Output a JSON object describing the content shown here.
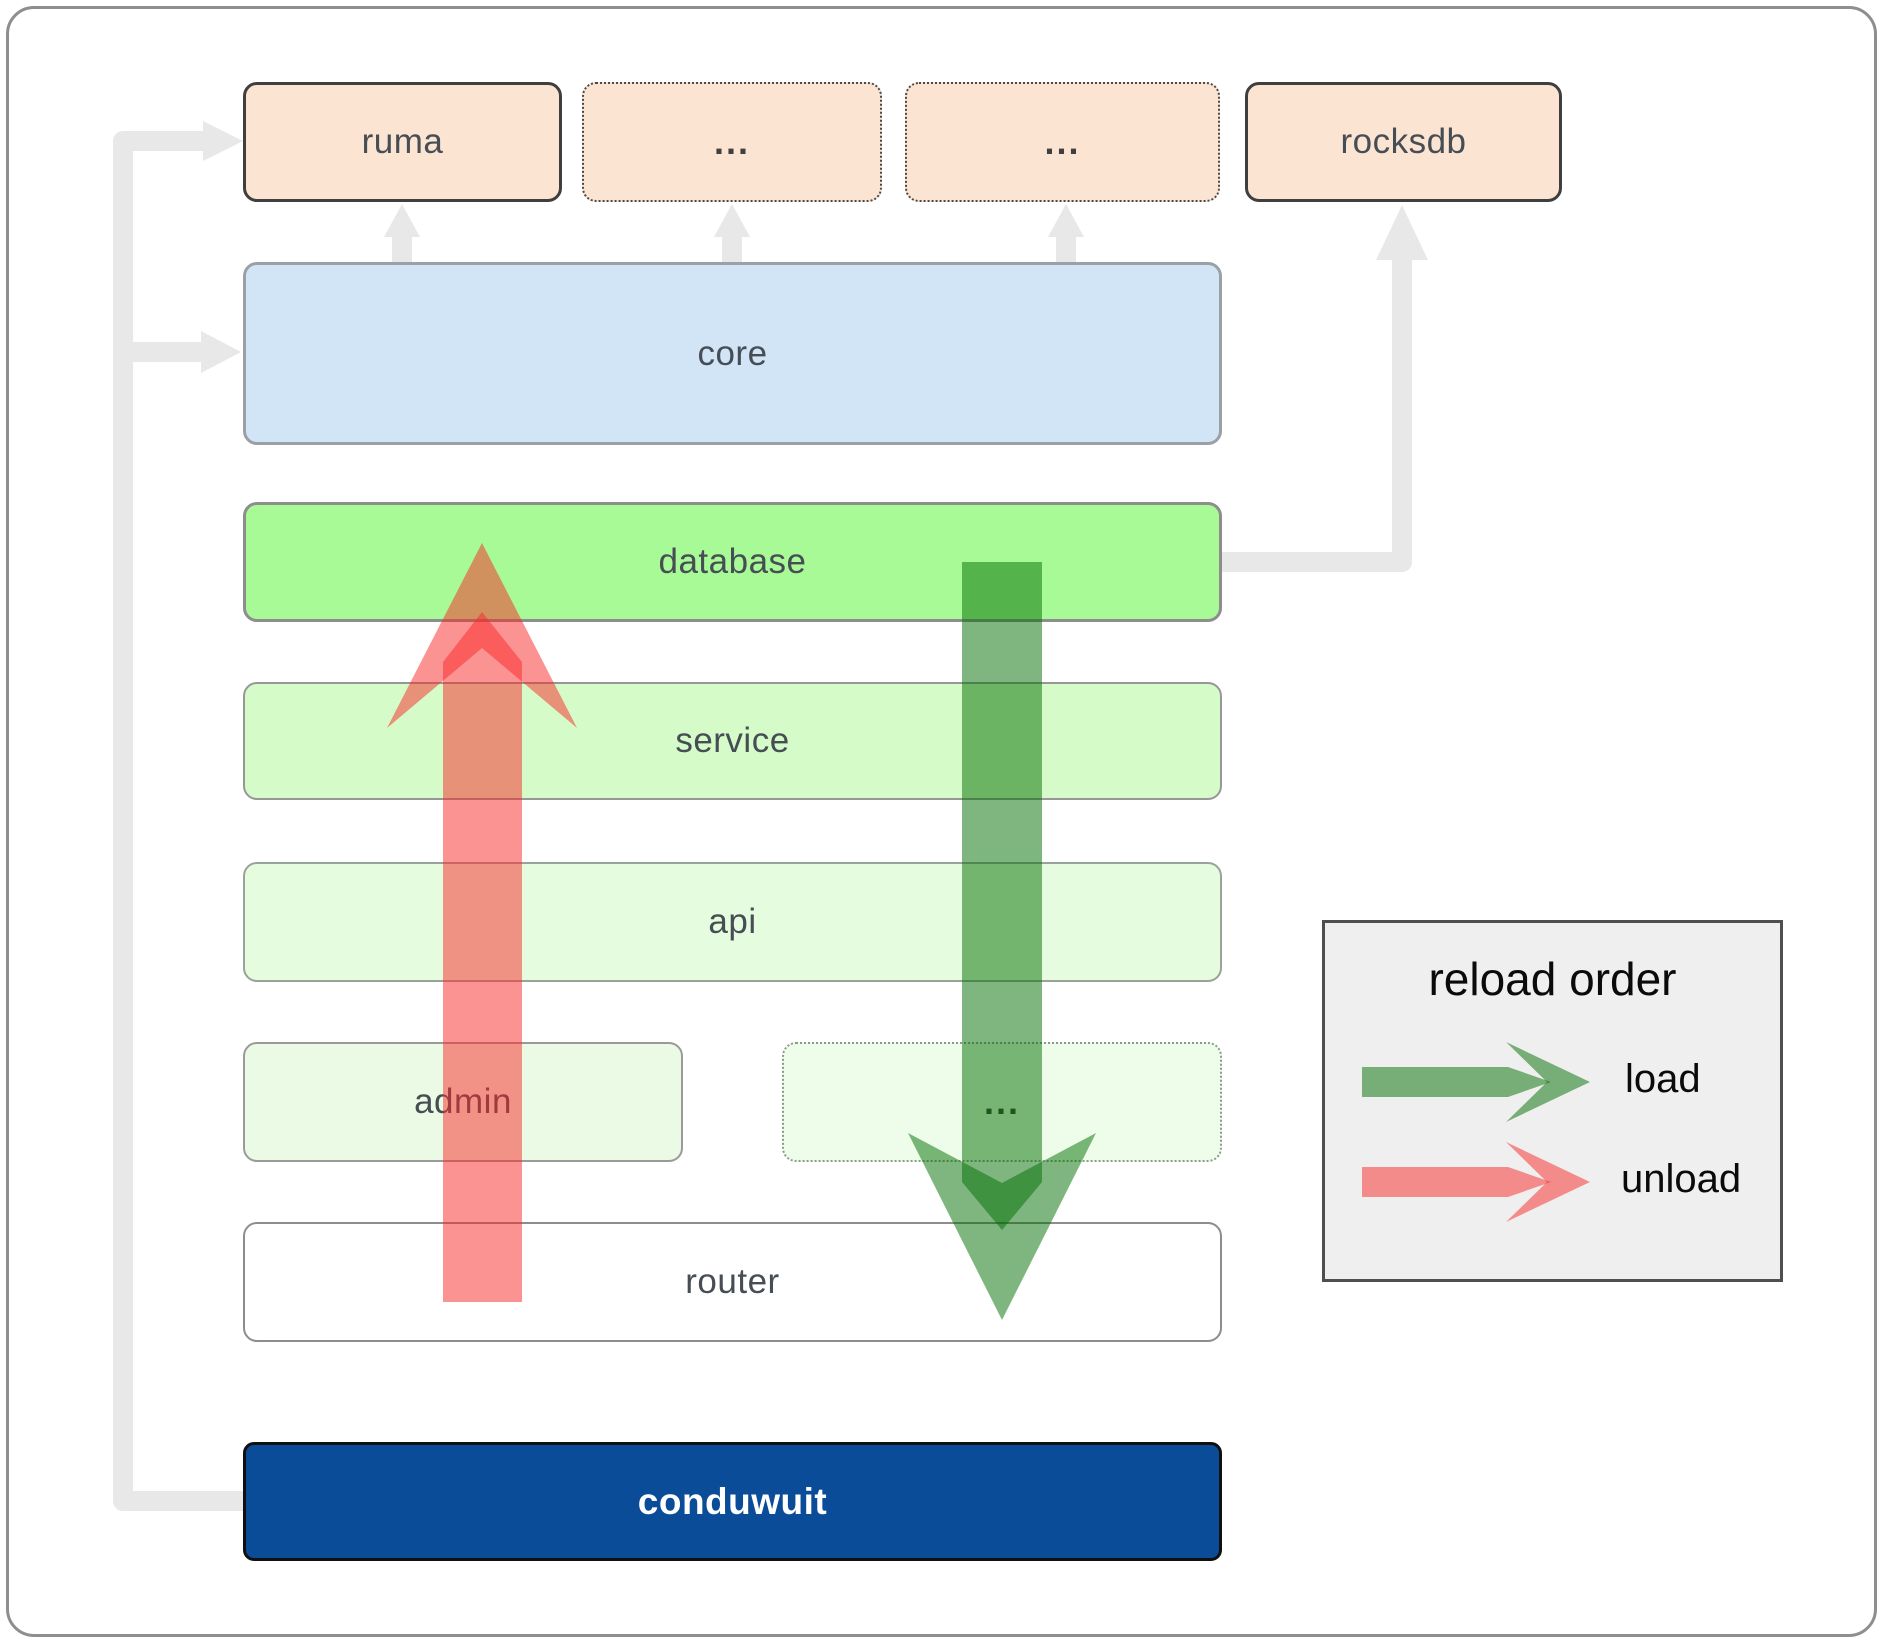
{
  "diagram": {
    "title_hint": "conduwuit architecture layers",
    "top_row": [
      {
        "label": "ruma",
        "border": "solid"
      },
      {
        "label": "...",
        "border": "dotted"
      },
      {
        "label": "...",
        "border": "dotted"
      },
      {
        "label": "rocksdb",
        "border": "solid"
      }
    ],
    "layers": [
      {
        "label": "core"
      },
      {
        "label": "database"
      },
      {
        "label": "service"
      },
      {
        "label": "api"
      },
      {
        "label": "admin"
      },
      {
        "label": "..."
      },
      {
        "label": "router"
      },
      {
        "label": "conduwuit"
      }
    ],
    "legend": {
      "title": "reload order",
      "items": [
        {
          "label": "load",
          "color": "#006e00"
        },
        {
          "label": "unload",
          "color": "#f92727"
        }
      ]
    },
    "colors": {
      "dependency_peach": "#fce4d3",
      "core_blue": "#d2e5f7",
      "database_green": "#a8fa97",
      "service_green": "#d5fbc9",
      "api_green": "#e6fcdf",
      "admin_green": "#eafae5",
      "more_green": "#eefcea",
      "router_white": "#ffffff",
      "conduwuit_blue": "#0a4c98",
      "legend_bg": "#efefef",
      "connector_gray": "#e8e8e8",
      "load": "#006e00",
      "unload": "#f92727"
    }
  }
}
